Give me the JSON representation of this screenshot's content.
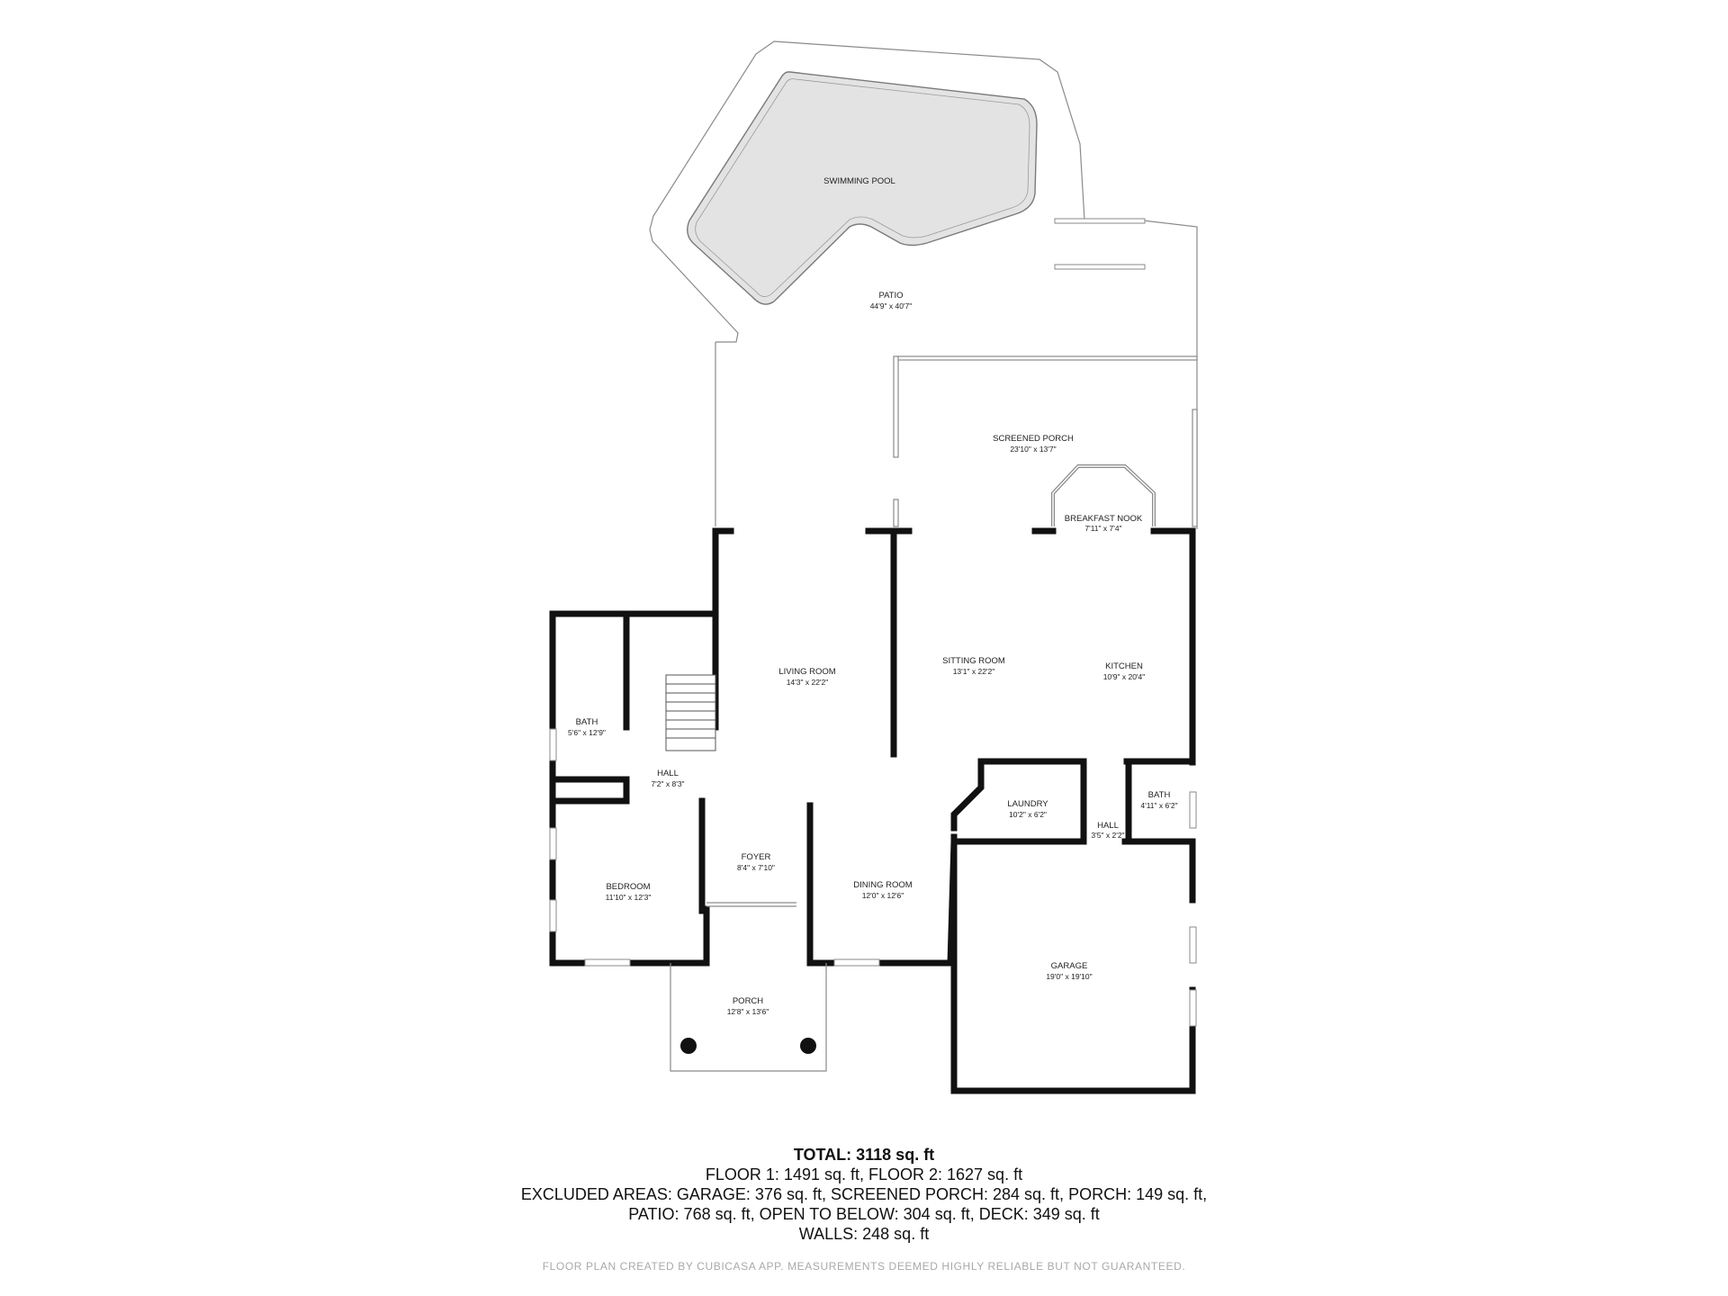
{
  "rooms": {
    "pool": {
      "name": "SWIMMING POOL",
      "dim": ""
    },
    "patio": {
      "name": "PATIO",
      "dim": "44'9\" x 40'7\""
    },
    "screened_porch": {
      "name": "SCREENED PORCH",
      "dim": "23'10\" x 13'7\""
    },
    "breakfast_nook": {
      "name": "BREAKFAST NOOK",
      "dim": "7'11\" x 7'4\""
    },
    "living_room": {
      "name": "LIVING ROOM",
      "dim": "14'3\" x 22'2\""
    },
    "sitting_room": {
      "name": "SITTING ROOM",
      "dim": "13'1\" x 22'2\""
    },
    "kitchen": {
      "name": "KITCHEN",
      "dim": "10'9\" x 20'4\""
    },
    "bath1": {
      "name": "BATH",
      "dim": "5'6\" x 12'9\""
    },
    "hall1": {
      "name": "HALL",
      "dim": "7'2\" x 8'3\""
    },
    "laundry": {
      "name": "LAUNDRY",
      "dim": "10'2\" x 6'2\""
    },
    "bath2": {
      "name": "BATH",
      "dim": "4'11\" x 6'2\""
    },
    "hall2": {
      "name": "HALL",
      "dim": "3'5\" x 2'2\""
    },
    "foyer": {
      "name": "FOYER",
      "dim": "8'4\" x 7'10\""
    },
    "bedroom": {
      "name": "BEDROOM",
      "dim": "11'10\" x 12'3\""
    },
    "dining_room": {
      "name": "DINING ROOM",
      "dim": "12'0\" x 12'6\""
    },
    "garage": {
      "name": "GARAGE",
      "dim": "19'0\" x 19'10\""
    },
    "porch": {
      "name": "PORCH",
      "dim": "12'8\" x 13'6\""
    }
  },
  "summary": {
    "total": "TOTAL: 3118 sq. ft",
    "floors": "FLOOR 1: 1491 sq. ft, FLOOR 2: 1627 sq. ft",
    "excluded_1": "EXCLUDED AREAS: GARAGE: 376 sq. ft, SCREENED PORCH: 284 sq. ft, PORCH: 149 sq. ft,",
    "excluded_2": "PATIO: 768 sq. ft, OPEN TO BELOW: 304 sq. ft, DECK: 349 sq. ft",
    "walls": "WALLS: 248 sq. ft"
  },
  "credit": "FLOOR PLAN CREATED BY CUBICASA APP. MEASUREMENTS DEEMED HIGHLY RELIABLE BUT NOT GUARANTEED.",
  "colors": {
    "wall": "#111111",
    "thin_line": "#8a8a8a",
    "pool_fill": "#e3e3e3",
    "credit": "#a9a9a9"
  }
}
